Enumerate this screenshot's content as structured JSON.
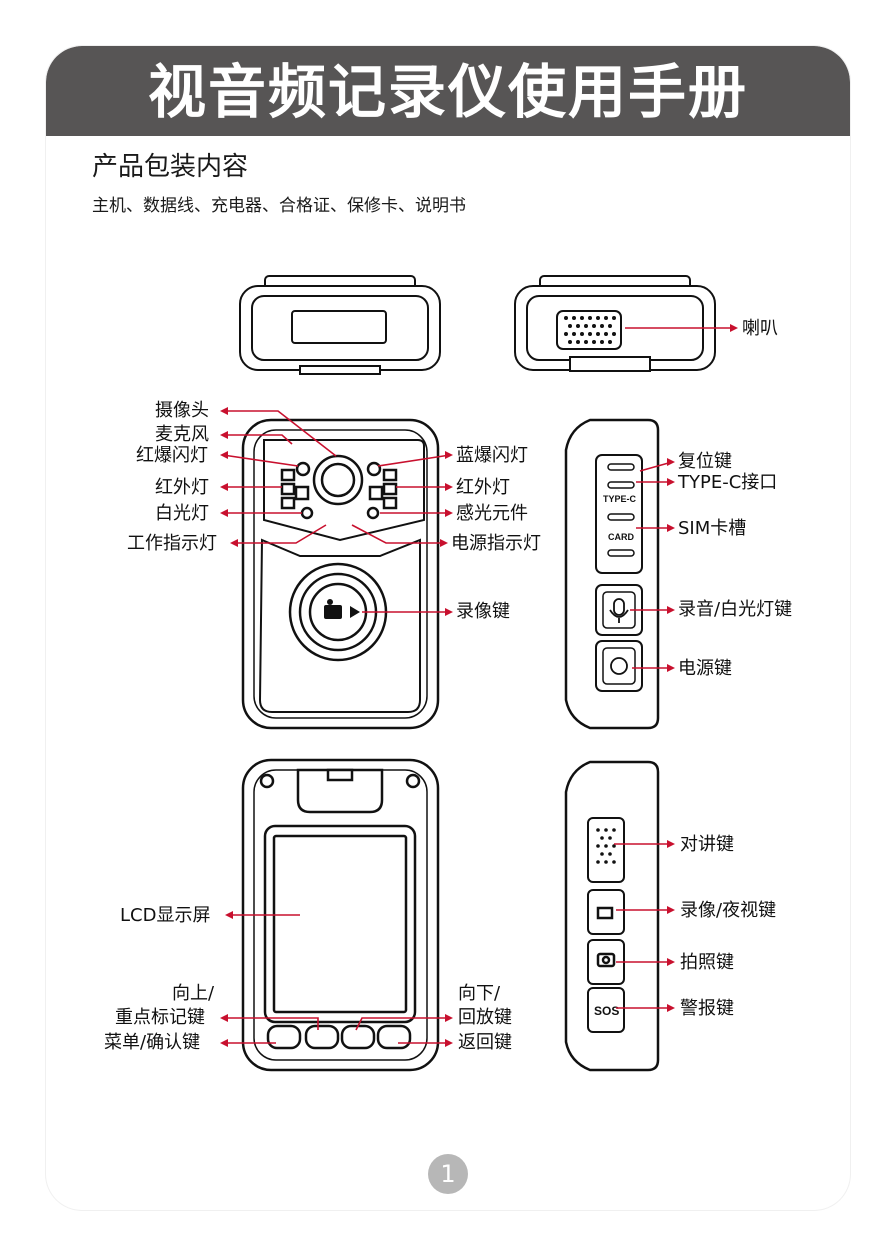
{
  "header": {
    "title": "视音频记录仪使用手册"
  },
  "package": {
    "title": "产品包装内容",
    "contents": "主机、数据线、充电器、合格证、保修卡、说明书"
  },
  "labels": {
    "speaker": "喇叭",
    "camera": "摄像头",
    "microphone": "麦克风",
    "red_flash": "红爆闪灯",
    "blue_flash": "蓝爆闪灯",
    "ir_left": "红外灯",
    "ir_right": "红外灯",
    "white_light": "白光灯",
    "light_sensor": "感光元件",
    "work_indicator": "工作指示灯",
    "power_indicator": "电源指示灯",
    "record_key": "录像键",
    "reset_key": "复位键",
    "type_c": "TYPE-C接口",
    "sim_slot": "SIM卡槽",
    "audio_key": "录音/白光灯键",
    "power_key": "电源键",
    "lcd": "LCD显示屏",
    "up_key_1": "向上/",
    "up_key_2": "重点标记键",
    "menu_key": "菜单/确认键",
    "down_key_1": "向下/",
    "down_key_2": "回放键",
    "back_key": "返回键",
    "ptt_key": "对讲键",
    "video_night_key": "录像/夜视键",
    "photo_key": "拍照键",
    "sos_key": "警报键",
    "type_c_marking": "TYPE-C",
    "card_marking": "CARD",
    "sos_marking": "SOS"
  },
  "footer": {
    "page_number": "1"
  },
  "colors": {
    "accent": "#c8102e",
    "banner": "#575555",
    "page_badge": "#b7b7b7"
  }
}
